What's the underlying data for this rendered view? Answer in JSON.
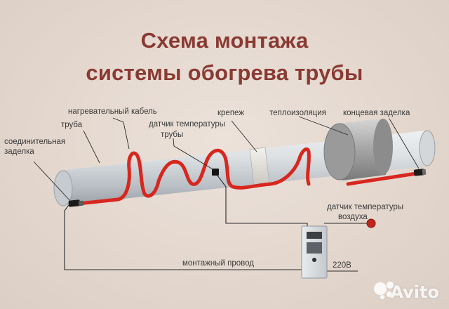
{
  "title": {
    "line1": "Схема монтажа",
    "line2": "системы обогрева трубы"
  },
  "labels": {
    "heating_cable": "нагревательный кабель",
    "pipe": "труба",
    "joint_line1": "соединительная",
    "joint_line2": "заделка",
    "pipe_sensor_line1": "датчик температуры",
    "pipe_sensor_line2": "трубы",
    "fastener": "крепеж",
    "insulation": "теплоизоляция",
    "end_seal": "концевая заделка",
    "air_sensor_line1": "датчик температуры",
    "air_sensor_line2": "воздуха",
    "mounting_wire": "монтажный провод",
    "voltage": "220В"
  },
  "watermark": "Avito",
  "colors": {
    "title": "#8a3a33",
    "cable": "#d7271f",
    "pipe": "#cfd4d8",
    "background": "#e6dbd2"
  }
}
